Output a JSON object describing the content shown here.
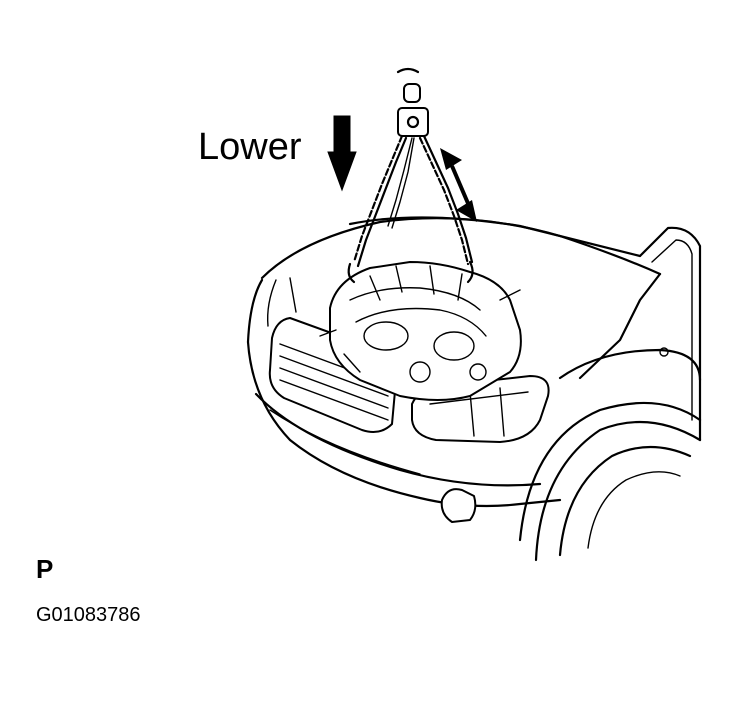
{
  "labels": {
    "lower": "Lower",
    "section_letter": "P",
    "figure_code": "G01083786"
  },
  "icons": {
    "lower_arrow": "arrow-down-icon",
    "adjust_arrow": "double-headed-arrow-icon",
    "hoist": "chain-hoist-icon"
  }
}
